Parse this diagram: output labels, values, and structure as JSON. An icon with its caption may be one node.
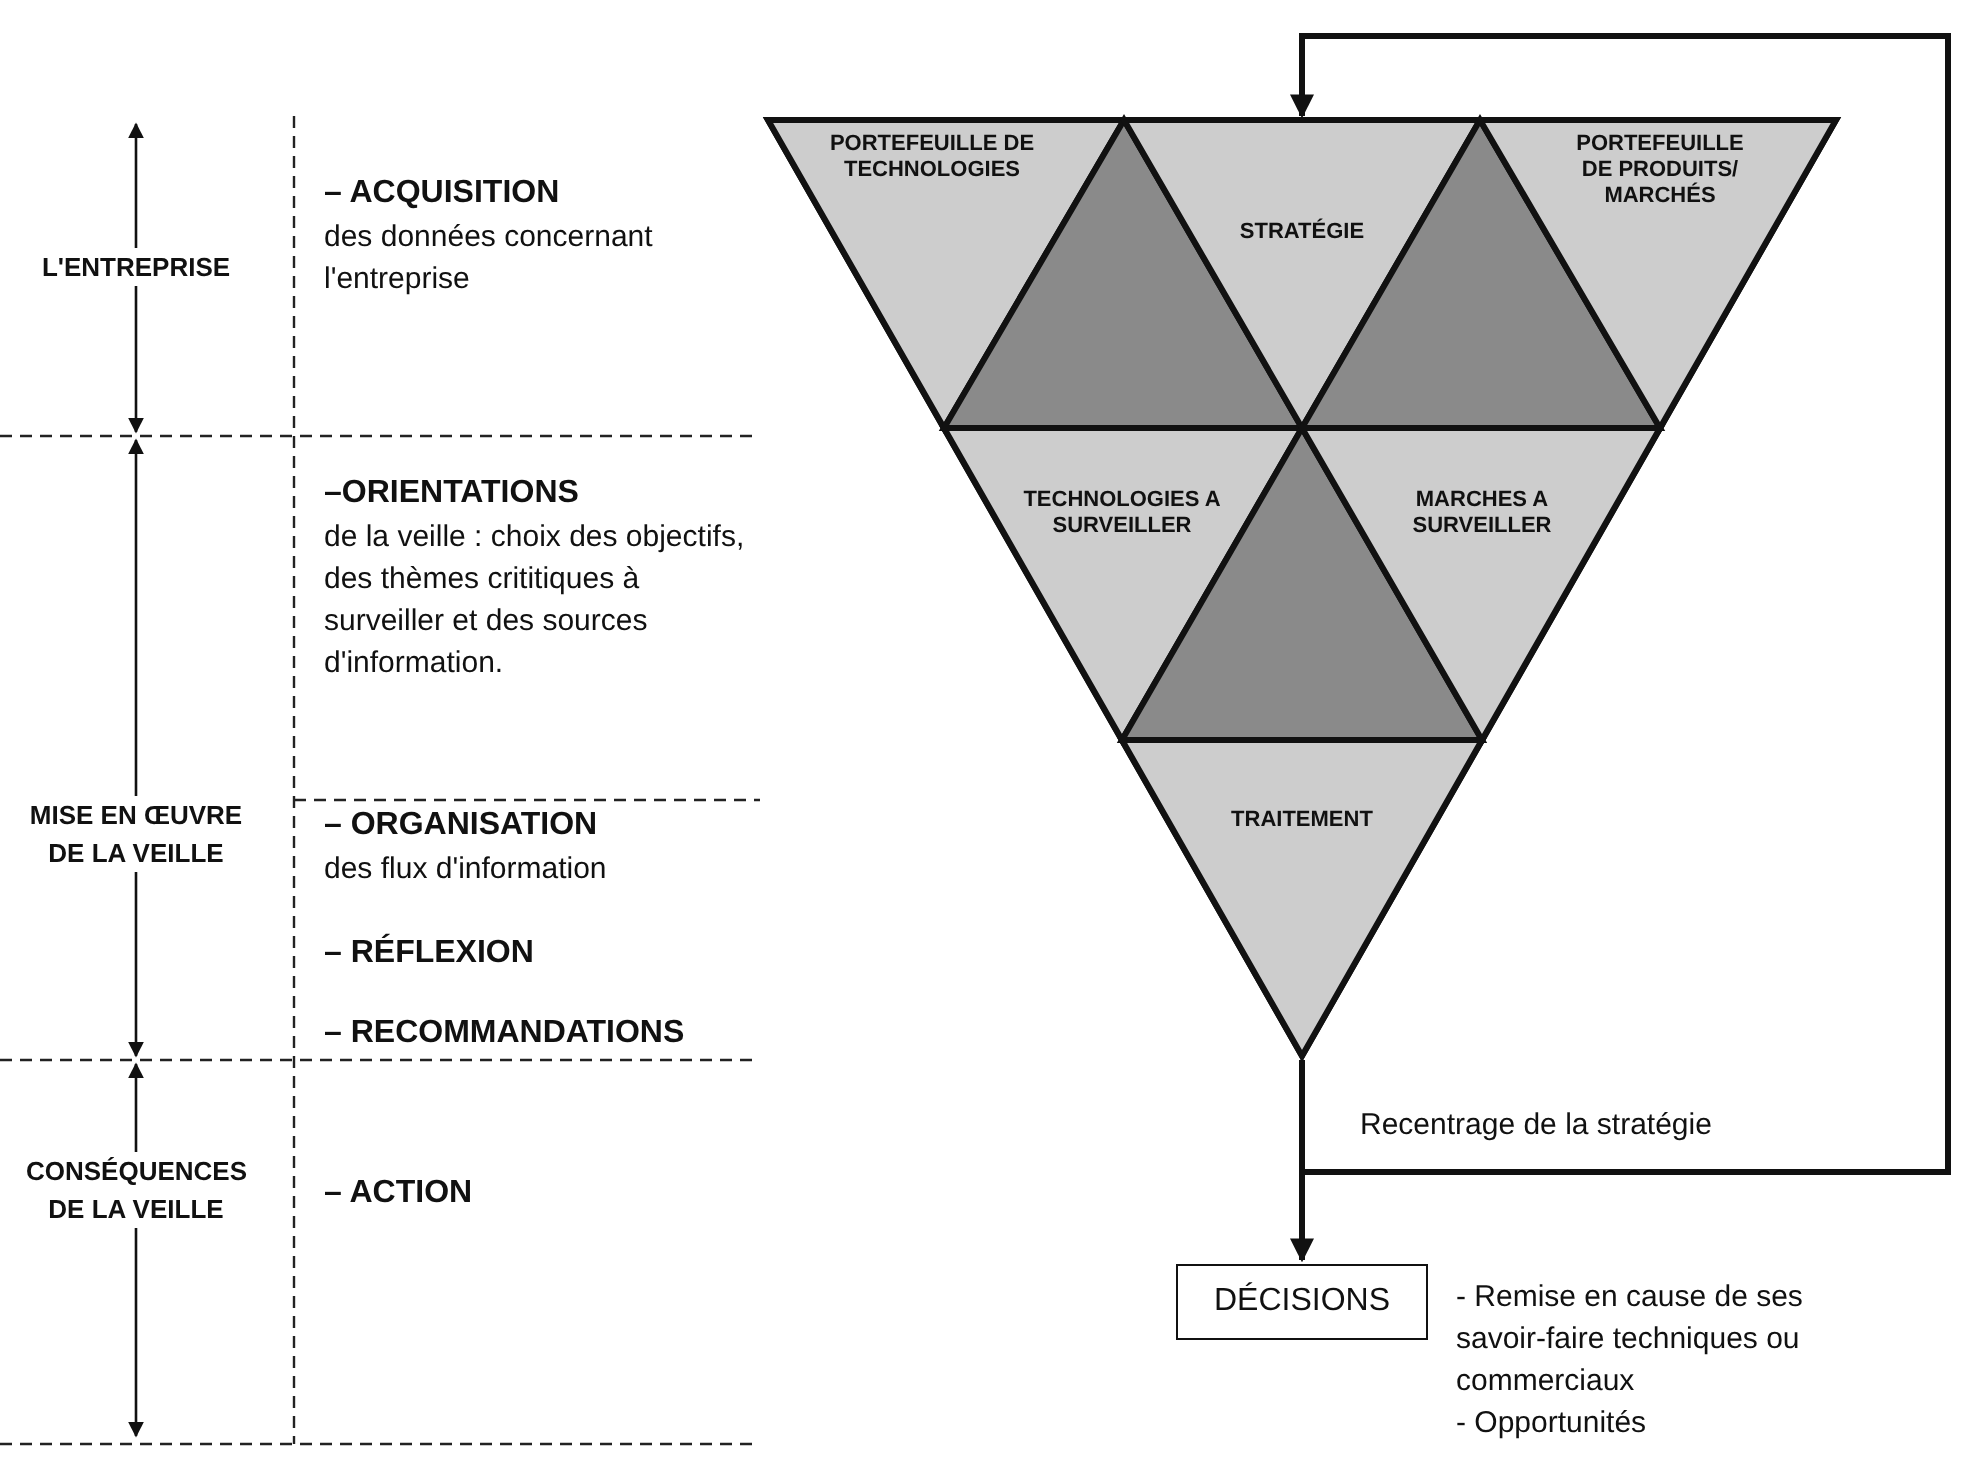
{
  "diagram": {
    "nodes": [
      {
        "text": [],
        "shape": "triangle"
      },
      {
        "text": [
          "PORTEFEUILLE DE TECHNOLOGIES"
        ],
        "in": 0
      },
      {
        "text": [],
        "shape": "triangle",
        "in": 0
      },
      {
        "text": [
          "STRATÉGIE"
        ],
        "in": 0
      },
      {
        "text": [],
        "shape": "triangle",
        "in": 0
      },
      {
        "text": [
          "PORTEFEUILLE DE PRODUITS/ MARCHÉS"
        ],
        "in": 0
      },
      {
        "text": [
          "TECHNOLOGIES A SURVEILLER"
        ],
        "in": 0
      },
      {
        "text": [],
        "shape": "triangle",
        "in": 0
      },
      {
        "text": [
          "MARCHES A SURVEILLER"
        ],
        "in": 0
      },
      {
        "text": [
          "TRAITEMENT"
        ],
        "in": 0
      },
      {
        "text": [
          "DÉCISIONS"
        ],
        "beside": [
          "- Remise en cause de ses savoir-faire techniques ou commerciaux",
          "- Opportunités"
        ]
      }
    ],
    "edges": [
      {
        "from": 9,
        "to": 10,
        "arrow": "to"
      },
      {
        "from": 9,
        "to": 3,
        "arrow": "to",
        "label": "Recentrage de la stratégie"
      }
    ],
    "labels": [
      "L'ENTREPRISE",
      "– ACQUISITION",
      "des données concernant l'entreprise",
      "MISE EN ŒUVRE DE LA VEILLE",
      "–ORIENTATIONS",
      "de la veille : choix des objectifs, des thèmes crititiques à surveiller et des sources d'information.",
      "– ORGANISATION",
      "des flux d'information",
      "– RÉFLEXION",
      "– RECOMMANDATIONS",
      "CONSÉQUENCES DE LA VEILLE",
      "– ACTION"
    ]
  }
}
